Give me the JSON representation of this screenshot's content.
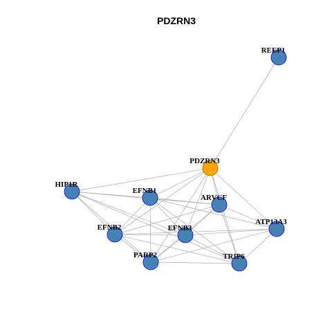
{
  "title": "PDZRN3",
  "colors": {
    "query_fill": "#FFA500",
    "query_stroke": "#996300",
    "node_fill": "#4682B4",
    "node_stroke": "#0000EE",
    "edge": "#B3B3B3"
  },
  "nodes": [
    {
      "id": "REEP1",
      "label": "REEP1",
      "query": false
    },
    {
      "id": "PDZRN3",
      "label": "PDZRN3",
      "query": true
    },
    {
      "id": "HIP1R",
      "label": "HIP1R",
      "query": false
    },
    {
      "id": "EFNB1",
      "label": "EFNB1",
      "query": false
    },
    {
      "id": "ARVCF",
      "label": "ARVCF",
      "query": false
    },
    {
      "id": "ATP13A3",
      "label": "ATP13A3",
      "query": false
    },
    {
      "id": "EFNB2",
      "label": "EFNB2",
      "query": false
    },
    {
      "id": "EFNB3",
      "label": "EFNB3",
      "query": false
    },
    {
      "id": "PARP2",
      "label": "PARP2",
      "query": false
    },
    {
      "id": "TRIP6",
      "label": "TRIP6",
      "query": false
    }
  ],
  "edges": [
    [
      "REEP1",
      "PDZRN3"
    ],
    [
      "PDZRN3",
      "HIP1R"
    ],
    [
      "PDZRN3",
      "EFNB1"
    ],
    [
      "PDZRN3",
      "ARVCF"
    ],
    [
      "PDZRN3",
      "ATP13A3"
    ],
    [
      "PDZRN3",
      "EFNB2"
    ],
    [
      "PDZRN3",
      "EFNB3"
    ],
    [
      "PDZRN3",
      "PARP2"
    ],
    [
      "PDZRN3",
      "TRIP6"
    ],
    [
      "HIP1R",
      "EFNB1"
    ],
    [
      "HIP1R",
      "ARVCF"
    ],
    [
      "HIP1R",
      "EFNB2"
    ],
    [
      "HIP1R",
      "EFNB3"
    ],
    [
      "HIP1R",
      "PARP2"
    ],
    [
      "HIP1R",
      "TRIP6"
    ],
    [
      "EFNB1",
      "ARVCF"
    ],
    [
      "EFNB1",
      "ATP13A3"
    ],
    [
      "EFNB1",
      "EFNB2"
    ],
    [
      "EFNB1",
      "EFNB3"
    ],
    [
      "EFNB1",
      "PARP2"
    ],
    [
      "EFNB1",
      "TRIP6"
    ],
    [
      "ARVCF",
      "EFNB2"
    ],
    [
      "ARVCF",
      "EFNB3"
    ],
    [
      "ARVCF",
      "PARP2"
    ],
    [
      "ARVCF",
      "TRIP6"
    ],
    [
      "ARVCF",
      "ATP13A3"
    ],
    [
      "EFNB2",
      "EFNB3"
    ],
    [
      "EFNB2",
      "PARP2"
    ],
    [
      "EFNB2",
      "ATP13A3"
    ],
    [
      "EFNB2",
      "TRIP6"
    ],
    [
      "EFNB3",
      "PARP2"
    ],
    [
      "EFNB3",
      "TRIP6"
    ],
    [
      "EFNB3",
      "ATP13A3"
    ],
    [
      "PARP2",
      "ATP13A3"
    ],
    [
      "PARP2",
      "TRIP6"
    ],
    [
      "TRIP6",
      "ATP13A3"
    ]
  ]
}
